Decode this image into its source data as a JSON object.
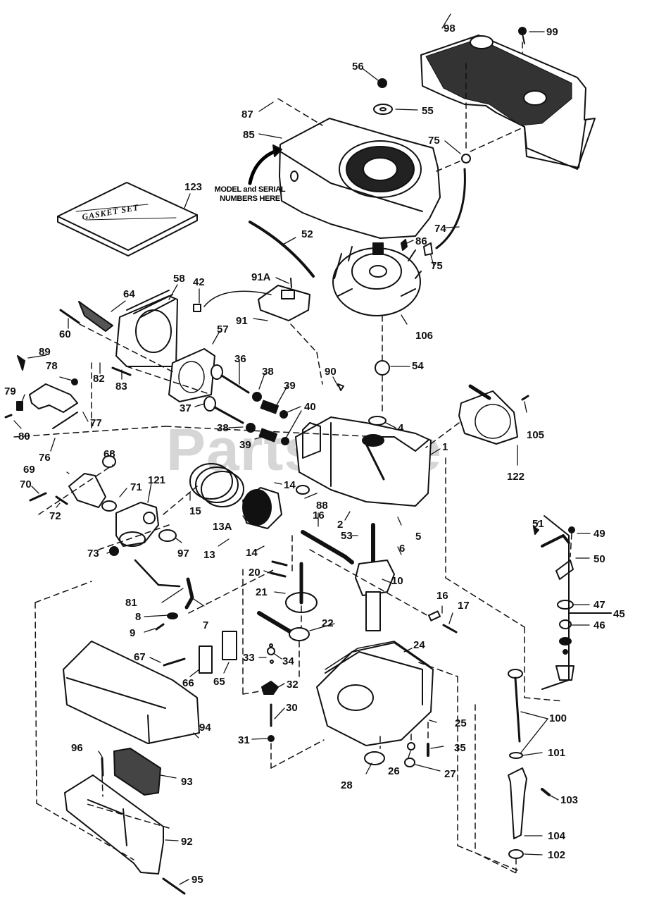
{
  "diagram": {
    "title": "Engine exploded parts diagram",
    "watermark": "PartsTree",
    "annotations": {
      "model_serial": "MODEL and SERIAL\nNUMBERS HERE",
      "gasket_set": "GASKET SET"
    },
    "callouts": [
      {
        "id": "98",
        "label": "98"
      },
      {
        "id": "99",
        "label": "99"
      },
      {
        "id": "56",
        "label": "56"
      },
      {
        "id": "55",
        "label": "55"
      },
      {
        "id": "87",
        "label": "87"
      },
      {
        "id": "85",
        "label": "85"
      },
      {
        "id": "75a",
        "label": "75"
      },
      {
        "id": "123",
        "label": "123"
      },
      {
        "id": "74",
        "label": "74"
      },
      {
        "id": "52",
        "label": "52"
      },
      {
        "id": "86",
        "label": "86"
      },
      {
        "id": "75b",
        "label": "75"
      },
      {
        "id": "91A",
        "label": "91A"
      },
      {
        "id": "58",
        "label": "58"
      },
      {
        "id": "42",
        "label": "42"
      },
      {
        "id": "64",
        "label": "64"
      },
      {
        "id": "91",
        "label": "91"
      },
      {
        "id": "106",
        "label": "106"
      },
      {
        "id": "60",
        "label": "60"
      },
      {
        "id": "57",
        "label": "57"
      },
      {
        "id": "89",
        "label": "89"
      },
      {
        "id": "36",
        "label": "36"
      },
      {
        "id": "78",
        "label": "78"
      },
      {
        "id": "82",
        "label": "82"
      },
      {
        "id": "83",
        "label": "83"
      },
      {
        "id": "38a",
        "label": "38"
      },
      {
        "id": "90",
        "label": "90"
      },
      {
        "id": "54",
        "label": "54"
      },
      {
        "id": "39a",
        "label": "39"
      },
      {
        "id": "79",
        "label": "79"
      },
      {
        "id": "37",
        "label": "37"
      },
      {
        "id": "40",
        "label": "40"
      },
      {
        "id": "77",
        "label": "77"
      },
      {
        "id": "80",
        "label": "80"
      },
      {
        "id": "38b",
        "label": "38"
      },
      {
        "id": "4",
        "label": "4"
      },
      {
        "id": "105",
        "label": "105"
      },
      {
        "id": "39b",
        "label": "39"
      },
      {
        "id": "76",
        "label": "76"
      },
      {
        "id": "68",
        "label": "68"
      },
      {
        "id": "1",
        "label": "1"
      },
      {
        "id": "69",
        "label": "69"
      },
      {
        "id": "122",
        "label": "122"
      },
      {
        "id": "70",
        "label": "70"
      },
      {
        "id": "71",
        "label": "71"
      },
      {
        "id": "121",
        "label": "121"
      },
      {
        "id": "14a",
        "label": "14"
      },
      {
        "id": "15",
        "label": "15"
      },
      {
        "id": "88",
        "label": "88"
      },
      {
        "id": "72",
        "label": "72"
      },
      {
        "id": "16a",
        "label": "16"
      },
      {
        "id": "13A",
        "label": "13A"
      },
      {
        "id": "2",
        "label": "2"
      },
      {
        "id": "51",
        "label": "51"
      },
      {
        "id": "49",
        "label": "49"
      },
      {
        "id": "53",
        "label": "53"
      },
      {
        "id": "5",
        "label": "5"
      },
      {
        "id": "73",
        "label": "73"
      },
      {
        "id": "97",
        "label": "97"
      },
      {
        "id": "13",
        "label": "13"
      },
      {
        "id": "14b",
        "label": "14"
      },
      {
        "id": "6",
        "label": "6"
      },
      {
        "id": "50",
        "label": "50"
      },
      {
        "id": "20",
        "label": "20"
      },
      {
        "id": "45",
        "label": "45"
      },
      {
        "id": "10",
        "label": "10"
      },
      {
        "id": "21",
        "label": "21"
      },
      {
        "id": "81",
        "label": "81"
      },
      {
        "id": "16b",
        "label": "16"
      },
      {
        "id": "47",
        "label": "47"
      },
      {
        "id": "17",
        "label": "17"
      },
      {
        "id": "8",
        "label": "8"
      },
      {
        "id": "7",
        "label": "7"
      },
      {
        "id": "46",
        "label": "46"
      },
      {
        "id": "22",
        "label": "22"
      },
      {
        "id": "9",
        "label": "9"
      },
      {
        "id": "24",
        "label": "24"
      },
      {
        "id": "67",
        "label": "67"
      },
      {
        "id": "33",
        "label": "33"
      },
      {
        "id": "34",
        "label": "34"
      },
      {
        "id": "66",
        "label": "66"
      },
      {
        "id": "65",
        "label": "65"
      },
      {
        "id": "32",
        "label": "32"
      },
      {
        "id": "25",
        "label": "25"
      },
      {
        "id": "30",
        "label": "30"
      },
      {
        "id": "100",
        "label": "100"
      },
      {
        "id": "94",
        "label": "94"
      },
      {
        "id": "35",
        "label": "35"
      },
      {
        "id": "31",
        "label": "31"
      },
      {
        "id": "101",
        "label": "101"
      },
      {
        "id": "96",
        "label": "96"
      },
      {
        "id": "26",
        "label": "26"
      },
      {
        "id": "27",
        "label": "27"
      },
      {
        "id": "28",
        "label": "28"
      },
      {
        "id": "93",
        "label": "93"
      },
      {
        "id": "103",
        "label": "103"
      },
      {
        "id": "104",
        "label": "104"
      },
      {
        "id": "92",
        "label": "92"
      },
      {
        "id": "102",
        "label": "102"
      },
      {
        "id": "95",
        "label": "95"
      }
    ]
  }
}
